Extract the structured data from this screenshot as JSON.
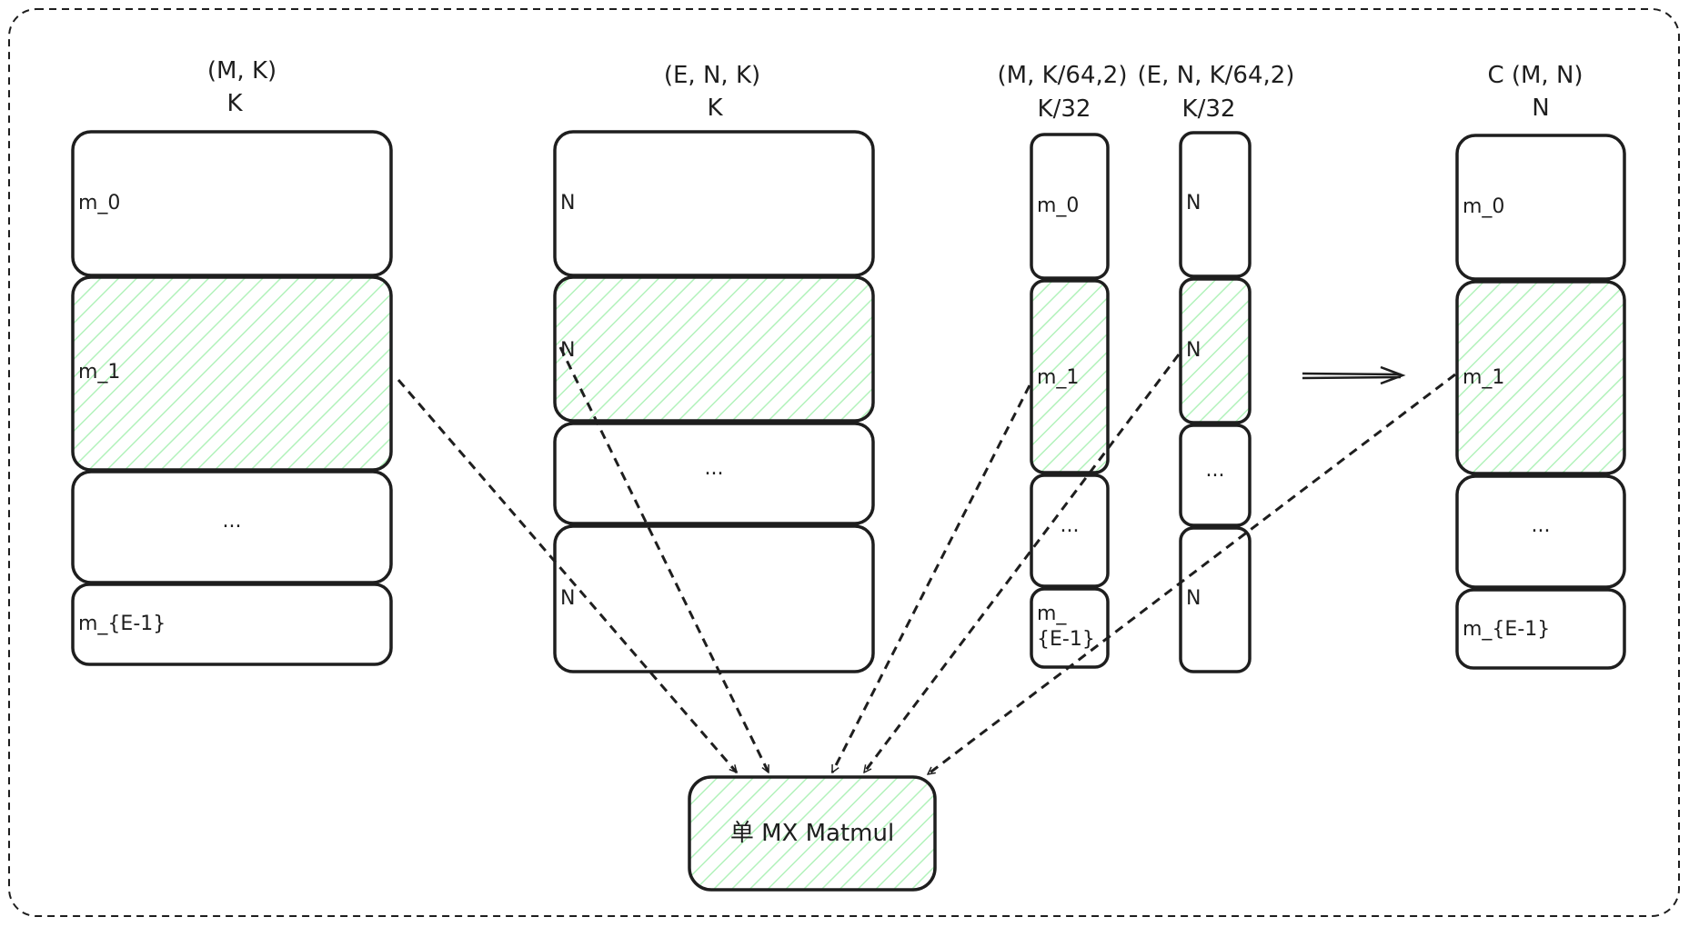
{
  "colors": {
    "stroke": "#1e1e1e",
    "highlight_hatch": "#b2f2bb",
    "background": "#ffffff"
  },
  "matrices": {
    "a": {
      "shape": "(M, K)",
      "dim": "K",
      "blocks": [
        "m_0",
        "m_1",
        "...",
        "m_{E-1}"
      ]
    },
    "b": {
      "shape": "(E, N, K)",
      "dim": "K",
      "blocks": [
        "N",
        "N",
        "...",
        "N"
      ]
    },
    "a_scale": {
      "shape": "(M, K/64,2)",
      "dim": "K/32",
      "blocks": [
        "m_0",
        "m_1",
        "...",
        "m_\n{E-1}"
      ]
    },
    "b_scale": {
      "shape": "(E, N, K/64,2)",
      "dim": "K/32",
      "blocks": [
        "N",
        "N",
        "...",
        "N"
      ]
    },
    "c": {
      "shape": "C (M, N)",
      "dim": "N",
      "blocks": [
        "m_0",
        "m_1",
        "...",
        "m_{E-1}"
      ]
    }
  },
  "op": {
    "label": "单 MX Matmul"
  }
}
